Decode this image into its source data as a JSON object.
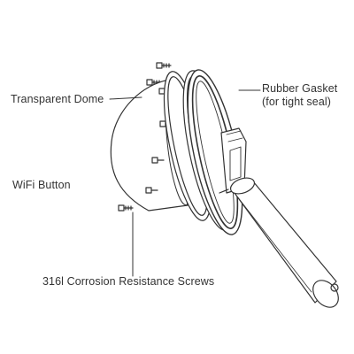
{
  "labels": {
    "transparent_dome": "Transparent Dome",
    "wifi_button": "WiFi Button",
    "rubber_gasket_line1": "Rubber Gasket",
    "rubber_gasket_line2": "(for tight seal)",
    "screws": "316l Corrosion Resistance Screws"
  },
  "colors": {
    "line": "#333333",
    "background": "#ffffff"
  }
}
